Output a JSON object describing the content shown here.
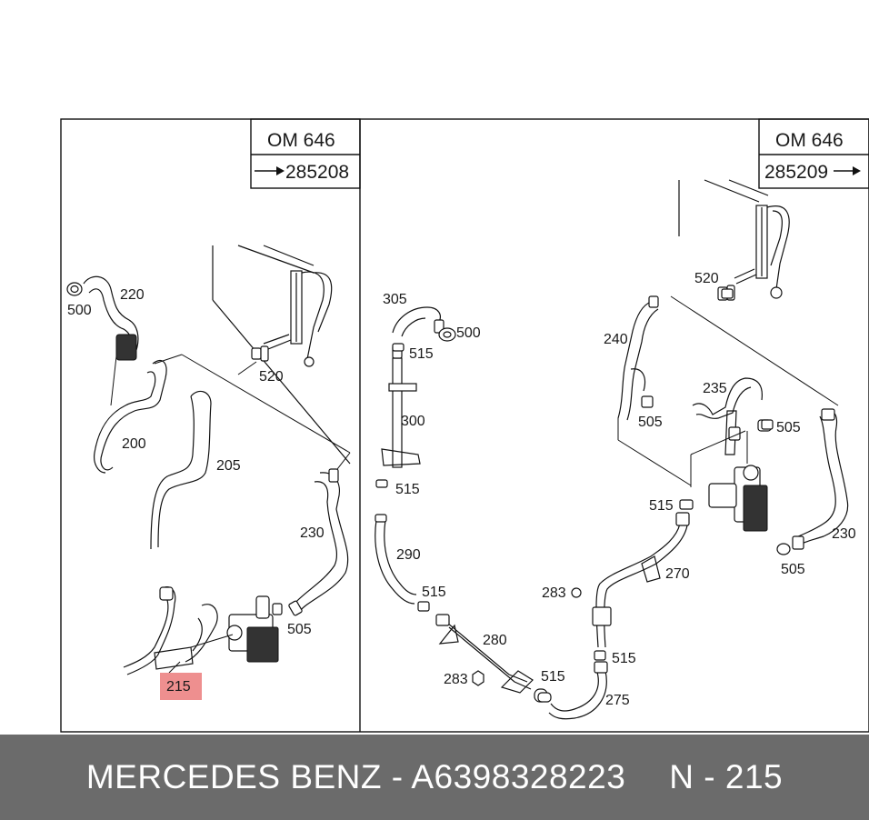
{
  "left_panel": {
    "engine": "OM 646",
    "range": "285208",
    "labels": {
      "p220": "220",
      "p500": "500",
      "p520": "520",
      "p200": "200",
      "p205": "205",
      "p230": "230",
      "p505": "505",
      "p215": "215"
    },
    "highlight_color": "#ee8f8f"
  },
  "right_panel": {
    "engine": "OM 646",
    "range": "285209",
    "labels": {
      "p305": "305",
      "p500": "500",
      "p515a": "515",
      "p300": "300",
      "p515b": "515",
      "p290": "290",
      "p515c": "515",
      "p280": "280",
      "p283a": "283",
      "p515d": "515",
      "p275": "275",
      "p515e": "515",
      "p283b": "283",
      "p270": "270",
      "p515f": "515",
      "p240": "240",
      "p505a": "505",
      "p520": "520",
      "p235": "235",
      "p505b": "505",
      "p230": "230",
      "p505c": "505"
    }
  },
  "footer": {
    "brand_part": "MERCEDES BENZ - A6398328223",
    "ref": "N - 215"
  }
}
